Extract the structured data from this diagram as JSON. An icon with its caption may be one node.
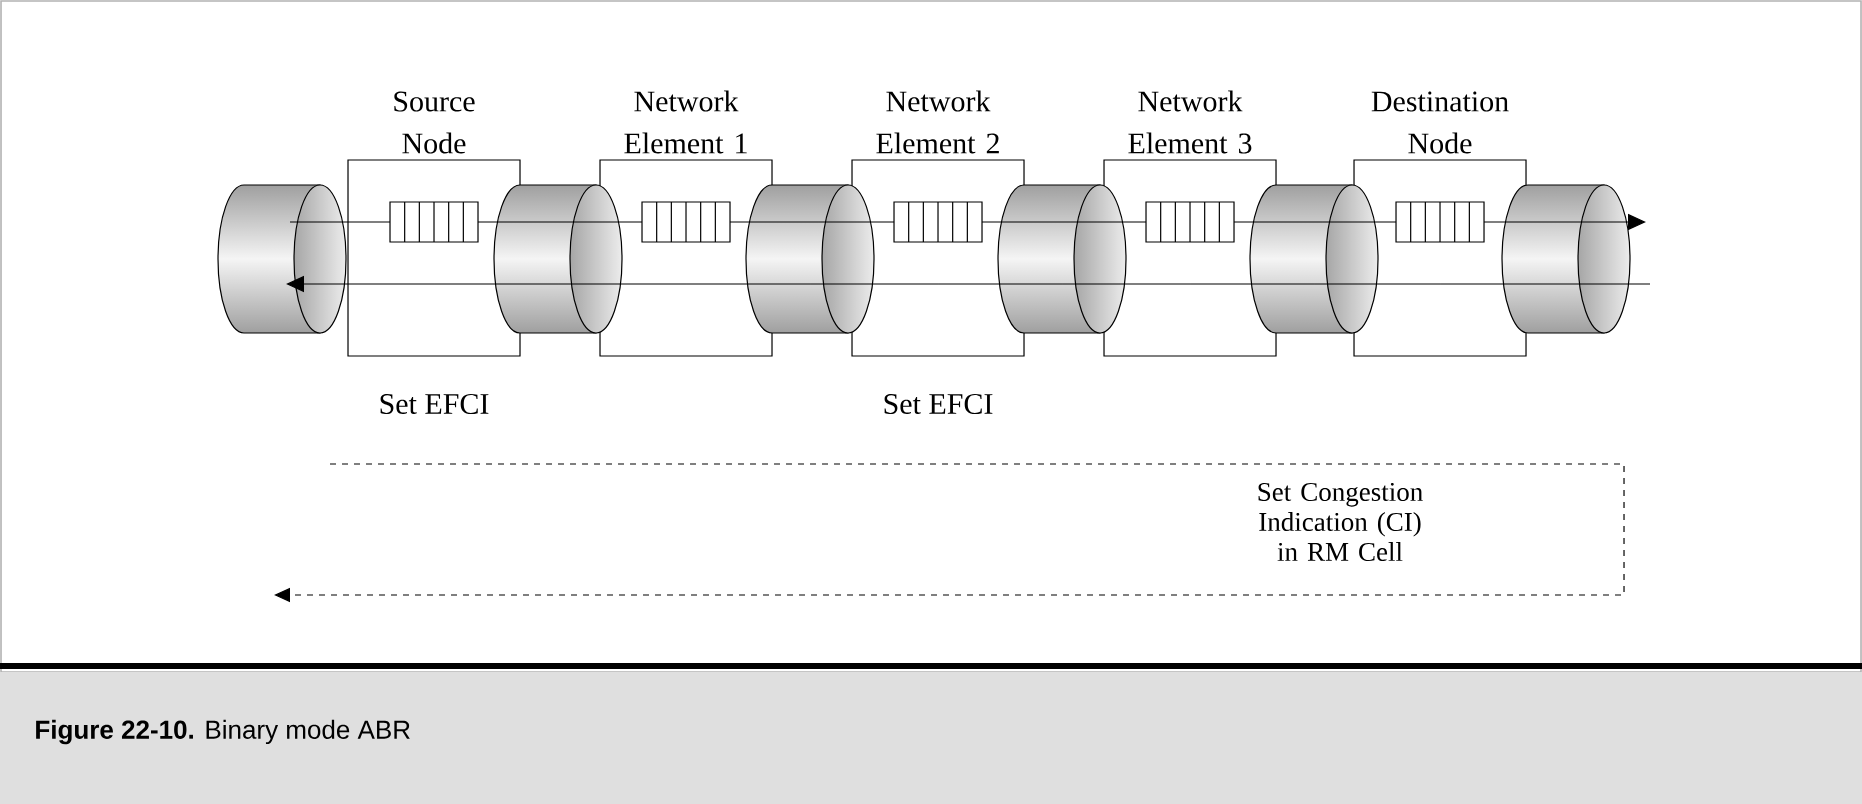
{
  "diagram": {
    "caption": "**Figure 22-10.** Binary mode ABR",
    "nodes": [
      {
        "text": [
          "Source Node"
        ]
      },
      {
        "text": [
          "Network Element 1"
        ]
      },
      {
        "text": [
          "Network Element 2"
        ]
      },
      {
        "text": [
          "Network Element 3"
        ]
      },
      {
        "text": [
          "Destination Node"
        ]
      },
      {
        "text": [],
        "shape": "cylinder"
      },
      {
        "text": [],
        "shape": "cylinder"
      },
      {
        "text": [],
        "shape": "cylinder"
      },
      {
        "text": [],
        "shape": "cylinder"
      },
      {
        "text": [],
        "shape": "cylinder"
      },
      {
        "text": [],
        "shape": "cylinder"
      }
    ],
    "edges": [
      {
        "from": 5,
        "to": 0,
        "arrow": "none"
      },
      {
        "from": 0,
        "to": 6,
        "arrow": "none"
      },
      {
        "from": 6,
        "to": 1,
        "arrow": "none"
      },
      {
        "from": 1,
        "to": 7,
        "arrow": "none"
      },
      {
        "from": 7,
        "to": 2,
        "arrow": "none"
      },
      {
        "from": 2,
        "to": 8,
        "arrow": "none"
      },
      {
        "from": 8,
        "to": 3,
        "arrow": "none"
      },
      {
        "from": 3,
        "to": 9,
        "arrow": "none"
      },
      {
        "from": 9,
        "to": 4,
        "arrow": "none"
      },
      {
        "from": 4,
        "to": 10,
        "arrow": "to"
      },
      {
        "from": 10,
        "to": 4,
        "arrow": "none"
      },
      {
        "from": 4,
        "to": 9,
        "arrow": "none"
      },
      {
        "from": 9,
        "to": 3,
        "arrow": "none"
      },
      {
        "from": 3,
        "to": 8,
        "arrow": "none"
      },
      {
        "from": 8,
        "to": 2,
        "arrow": "none"
      },
      {
        "from": 2,
        "to": 7,
        "arrow": "none"
      },
      {
        "from": 7,
        "to": 1,
        "arrow": "none"
      },
      {
        "from": 1,
        "to": 6,
        "arrow": "none"
      },
      {
        "from": 6,
        "to": 0,
        "arrow": "none"
      },
      {
        "from": 0,
        "to": 5,
        "arrow": "to"
      }
    ],
    "labels": [
      "Set EFCI",
      "Set EFCI",
      "Set Congestion Indication (CI) in RM Cell"
    ]
  }
}
